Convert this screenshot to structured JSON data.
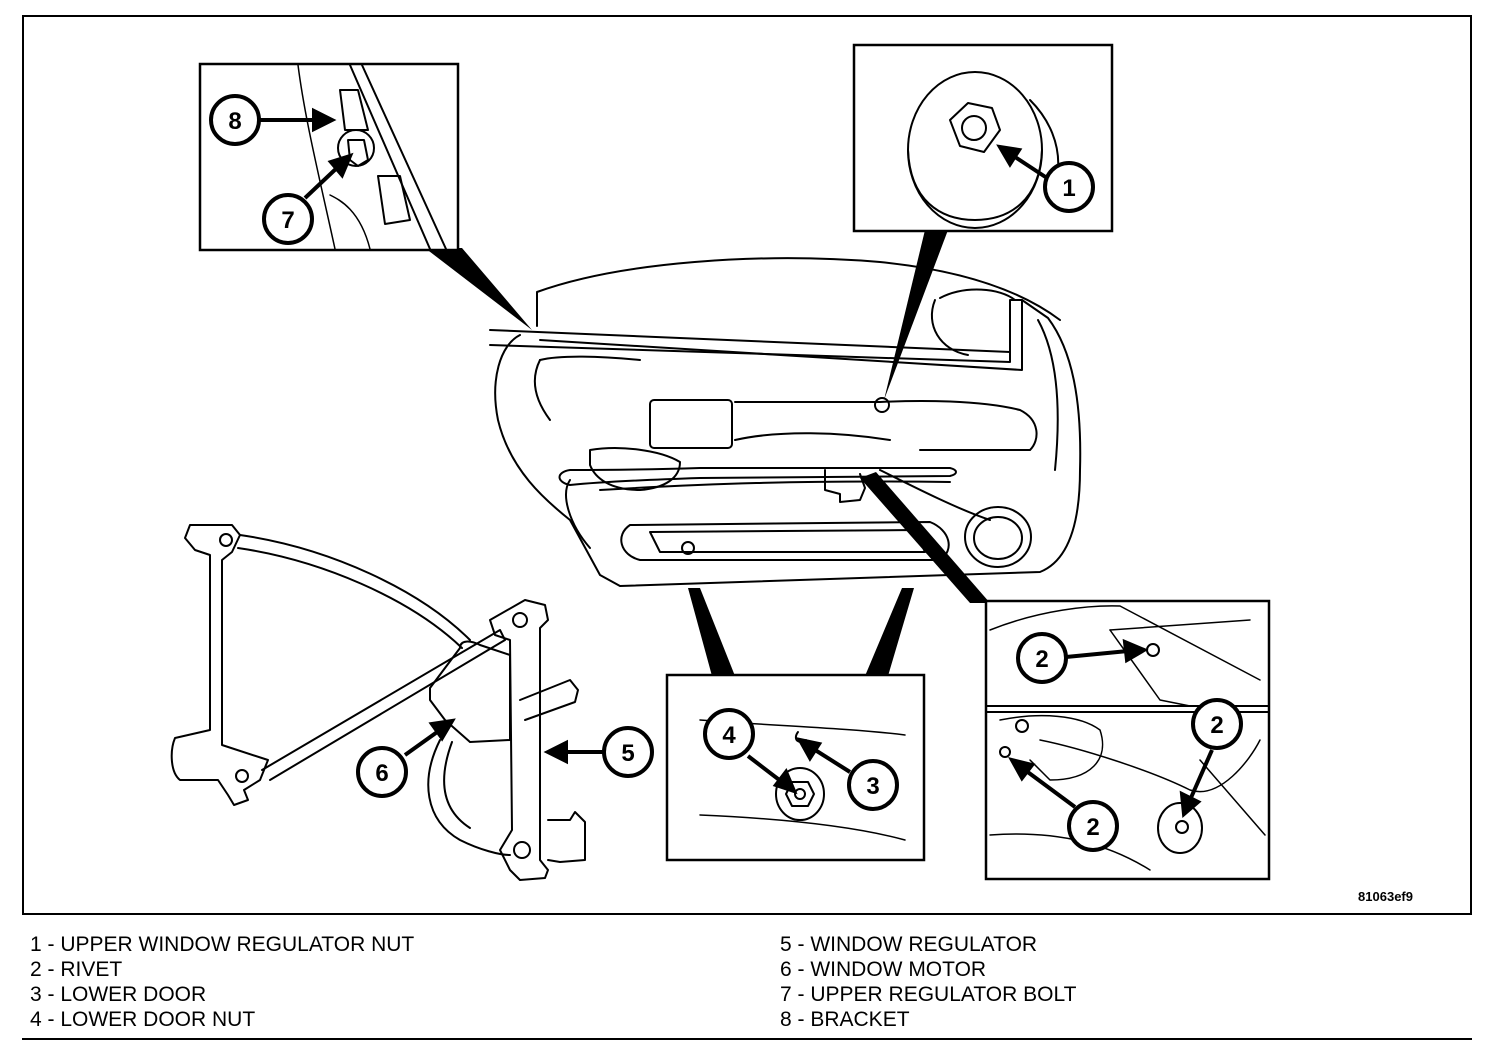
{
  "figure_id": "81063ef9",
  "callouts": [
    {
      "id": "c1",
      "number": "1"
    },
    {
      "id": "c2a",
      "number": "2"
    },
    {
      "id": "c2b",
      "number": "2"
    },
    {
      "id": "c2c",
      "number": "2"
    },
    {
      "id": "c3",
      "number": "3"
    },
    {
      "id": "c4",
      "number": "4"
    },
    {
      "id": "c5",
      "number": "5"
    },
    {
      "id": "c6",
      "number": "6"
    },
    {
      "id": "c7",
      "number": "7"
    },
    {
      "id": "c8",
      "number": "8"
    }
  ],
  "legend": {
    "left": [
      "1 - UPPER WINDOW REGULATOR NUT",
      "2 - RIVET",
      "3 - LOWER DOOR",
      "4 - LOWER DOOR NUT"
    ],
    "right": [
      "5 - WINDOW REGULATOR",
      "6 - WINDOW MOTOR",
      "7 - UPPER REGULATOR BOLT",
      "8 - BRACKET"
    ]
  }
}
